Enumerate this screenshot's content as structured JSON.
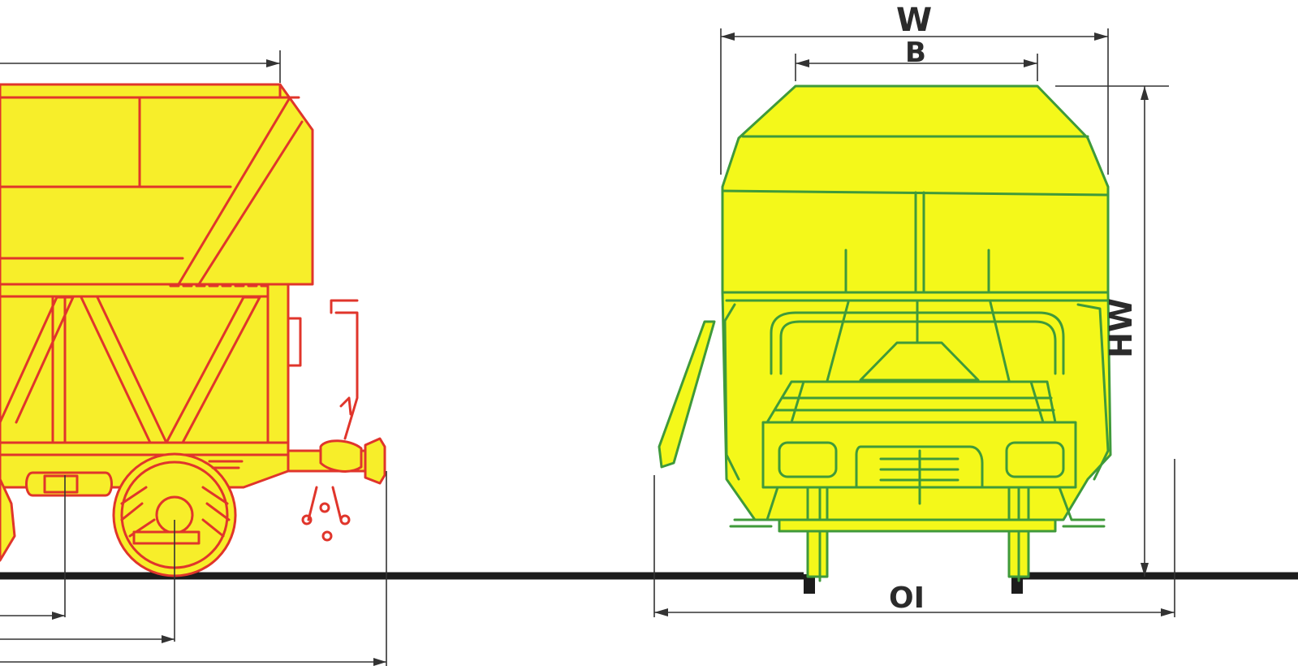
{
  "colors": {
    "side_view_fill": "#f7ee2a",
    "side_view_outline": "#e0352b",
    "end_view_fill": "#f4f81a",
    "end_view_outline": "#3f9a3a",
    "rail": "#1c1c1c",
    "dimension_lines": "#333333"
  },
  "labels": {
    "width_outer": "W",
    "width_body": "B",
    "height": "HW",
    "rail_overhang": "OI"
  }
}
